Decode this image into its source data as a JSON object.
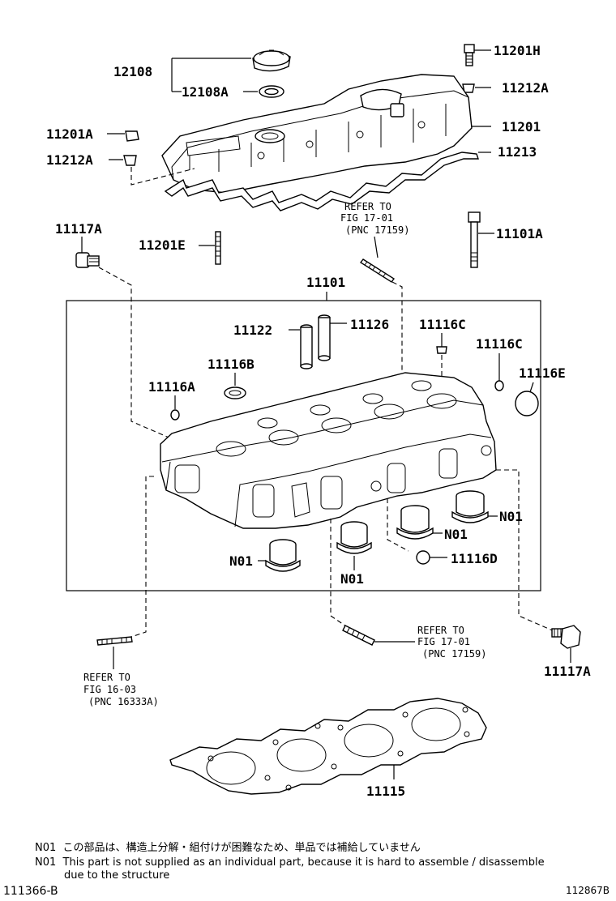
{
  "parts": {
    "p12108": "12108",
    "p12108A": "12108A",
    "p11201H": "11201H",
    "p11212A_top": "11212A",
    "p11201": "11201",
    "p11213": "11213",
    "p11201A": "11201A",
    "p11212A_left": "11212A",
    "p11117A_top": "11117A",
    "p11201E": "11201E",
    "p11101A": "11101A",
    "p11101": "11101",
    "p11122": "11122",
    "p11126": "11126",
    "p11116C_a": "11116C",
    "p11116C_b": "11116C",
    "p11116B": "11116B",
    "p11116E": "11116E",
    "p11116A": "11116A",
    "pN01_a": "N01",
    "pN01_b": "N01",
    "pN01_c": "N01",
    "pN01_d": "N01",
    "p11116D": "11116D",
    "p11117A_bottom": "11117A",
    "p11115": "11115"
  },
  "refs": {
    "ref_top": {
      "l1": "REFER TO",
      "l2": "FIG 17-01",
      "l3": "(PNC 17159)"
    },
    "ref_mid": {
      "l1": "REFER TO",
      "l2": "FIG 17-01",
      "l3": "(PNC 17159)"
    },
    "ref_left": {
      "l1": "REFER TO",
      "l2": "FIG 16-03",
      "l3": "(PNC 16333A)"
    }
  },
  "notes": {
    "jp_code": "N01",
    "jp_text": "この部品は、構造上分解・組付けが困難なため、単品では補給していません",
    "en_code": "N01",
    "en_text": "This part is not supplied as an individual part, because it is hard to assemble / disassemble",
    "en_text2": "due to the structure"
  },
  "footer": {
    "left_code": "111366-B",
    "right_code": "112867B"
  }
}
